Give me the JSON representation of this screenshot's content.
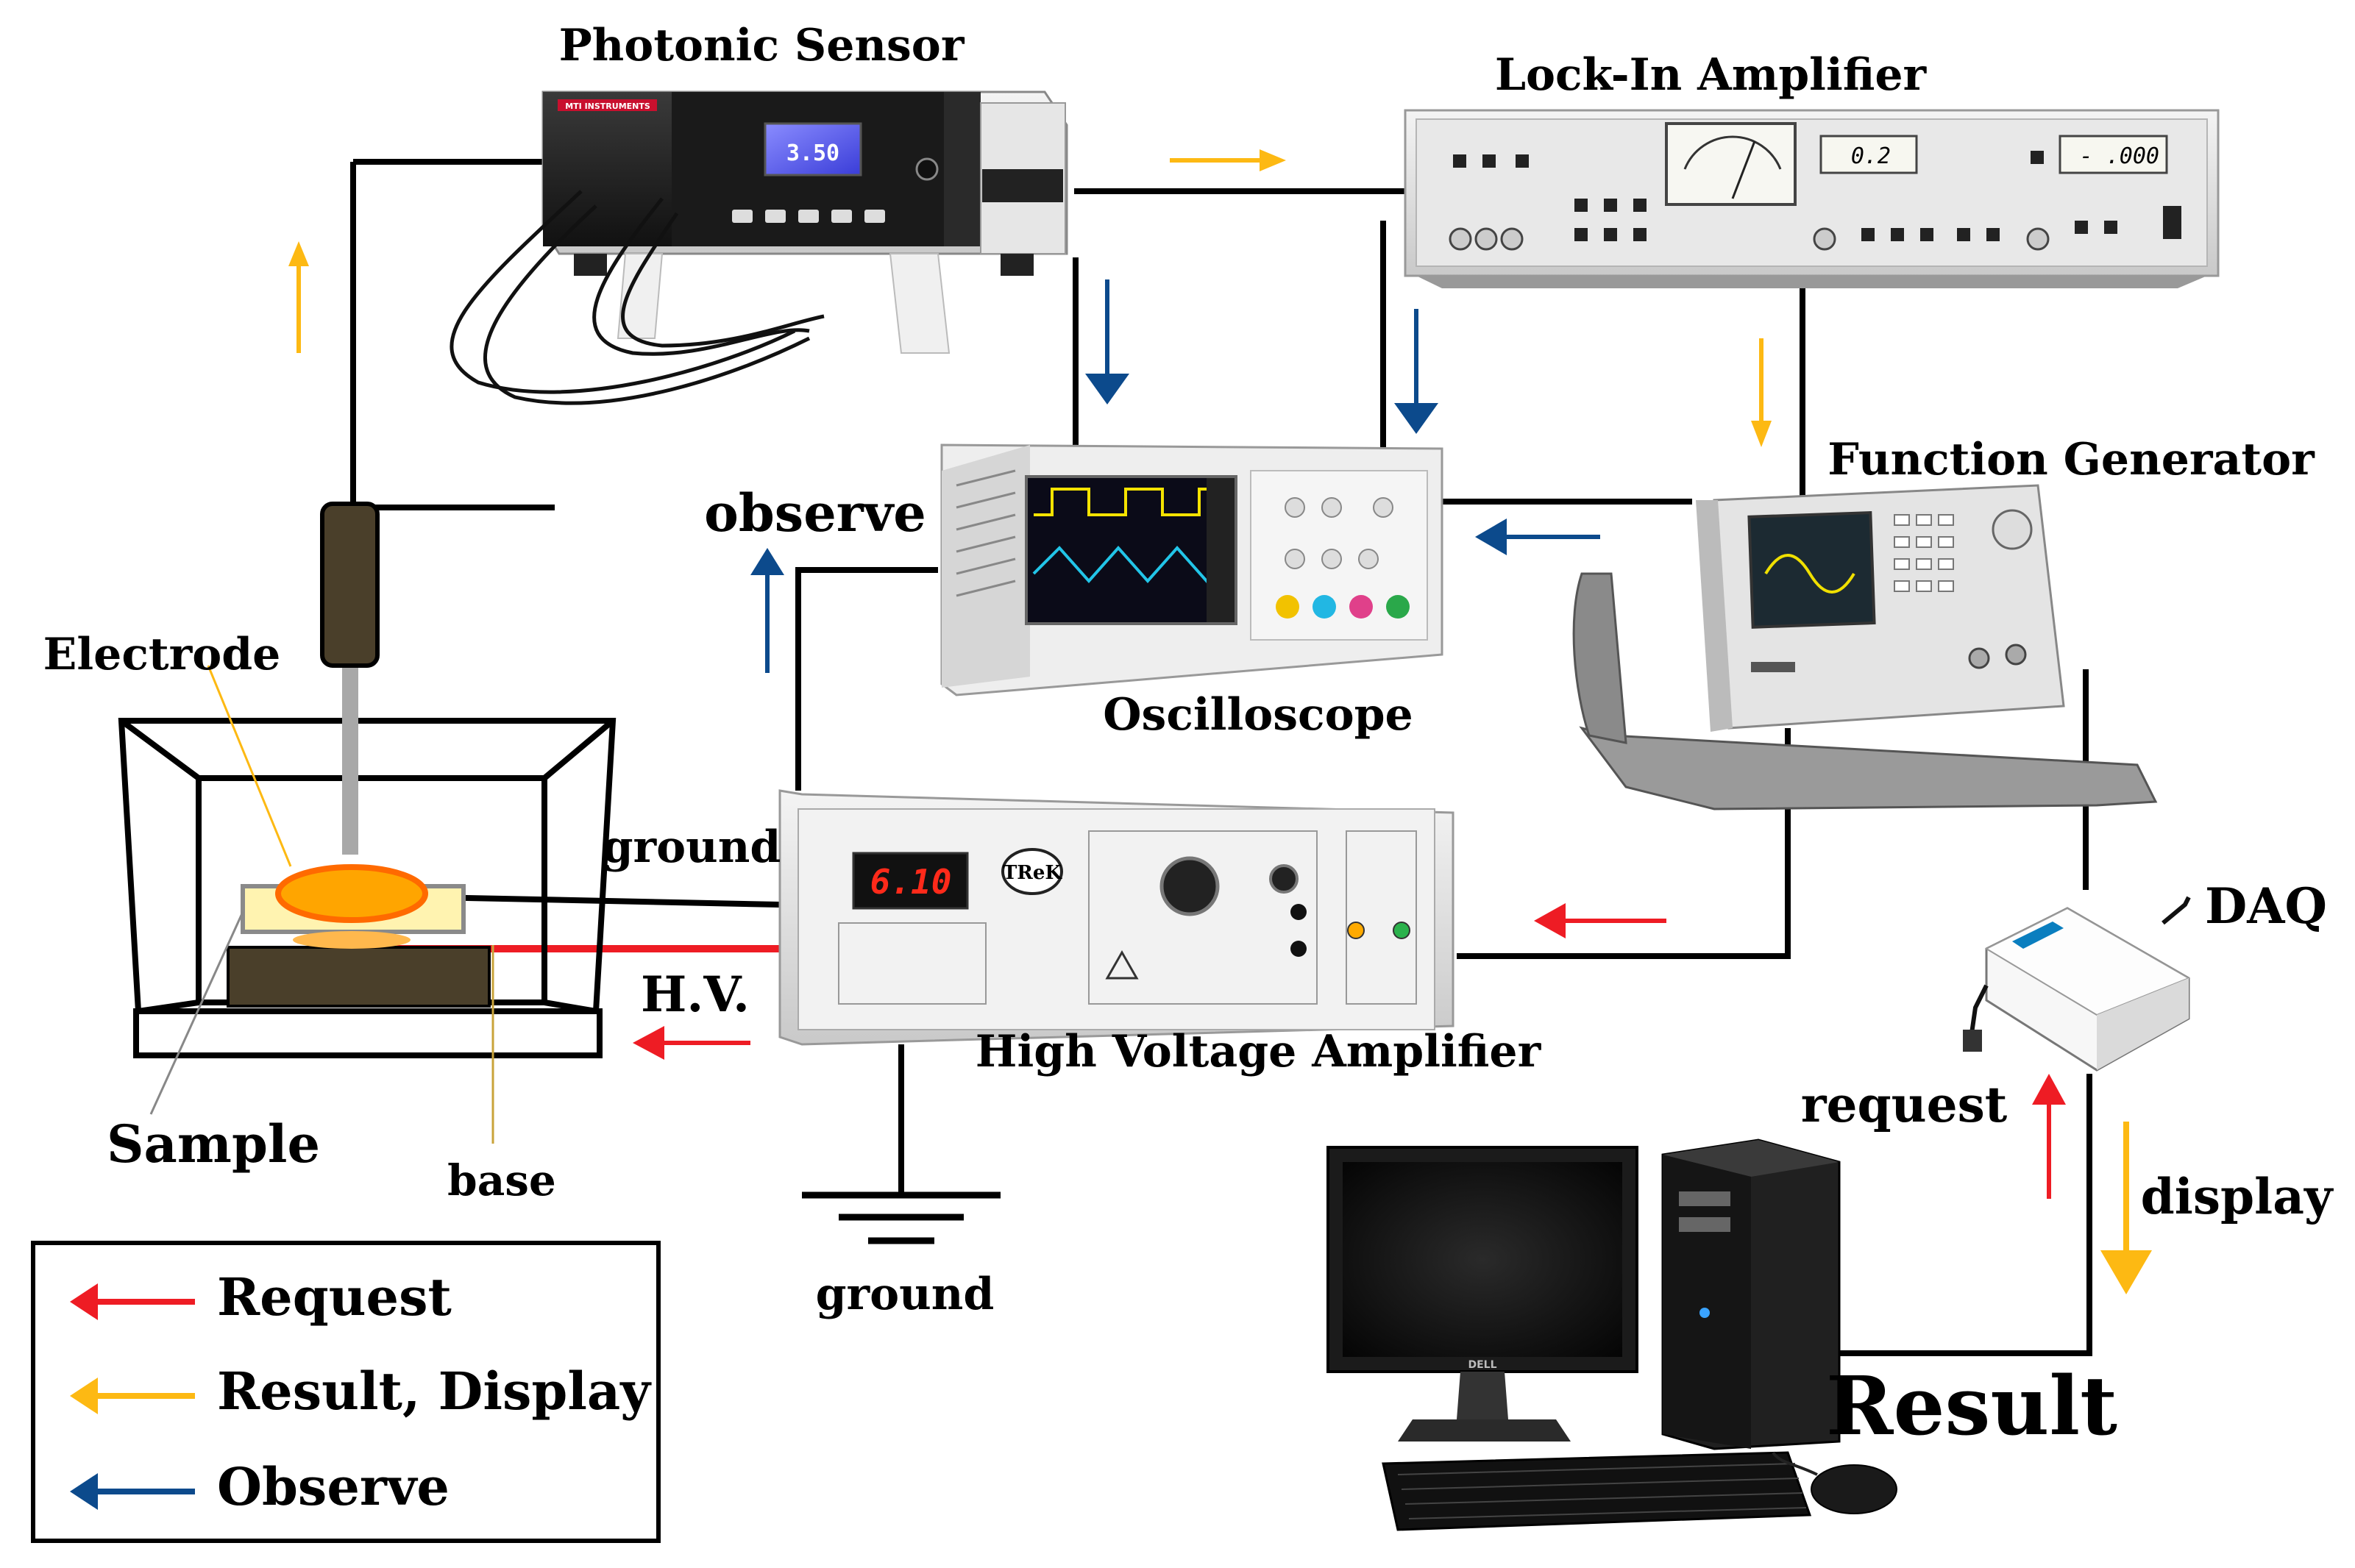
{
  "labels": {
    "photonic_sensor": "Photonic Sensor",
    "lock_in_amplifier": "Lock-In Amplifier",
    "function_generator": "Function Generator",
    "oscilloscope": "Oscilloscope",
    "observe": "observe",
    "electrode": "Electrode",
    "ground_top": "ground",
    "hv": "H.V.",
    "high_voltage_amplifier": "High Voltage Amplifier",
    "daq": "DAQ",
    "sample": "Sample",
    "base": "base",
    "ground_bottom": "ground",
    "request": "request",
    "display": "display",
    "result": "Result"
  },
  "device_text": {
    "sensor_display": "3.50",
    "sensor_brand": "MTI INSTRUMENTS",
    "lockin_readout_1": "0.2",
    "lockin_readout_2": "- .000",
    "hv_display": "6.10",
    "hv_logo": "TReK",
    "monitor_brand": "DELL"
  },
  "legend": {
    "items": [
      {
        "label": "Request",
        "color": "#ee1c24"
      },
      {
        "label": "Result, Display",
        "color": "#fdb913"
      },
      {
        "label": "Observe",
        "color": "#0c4a8c"
      }
    ]
  },
  "colors": {
    "request": "#ee1c24",
    "result": "#fdb913",
    "observe": "#0c4a8c",
    "wire": "#000000",
    "electrode": "#ff8c00",
    "sample": "#fff3b0",
    "base": "#4a3f2a"
  }
}
